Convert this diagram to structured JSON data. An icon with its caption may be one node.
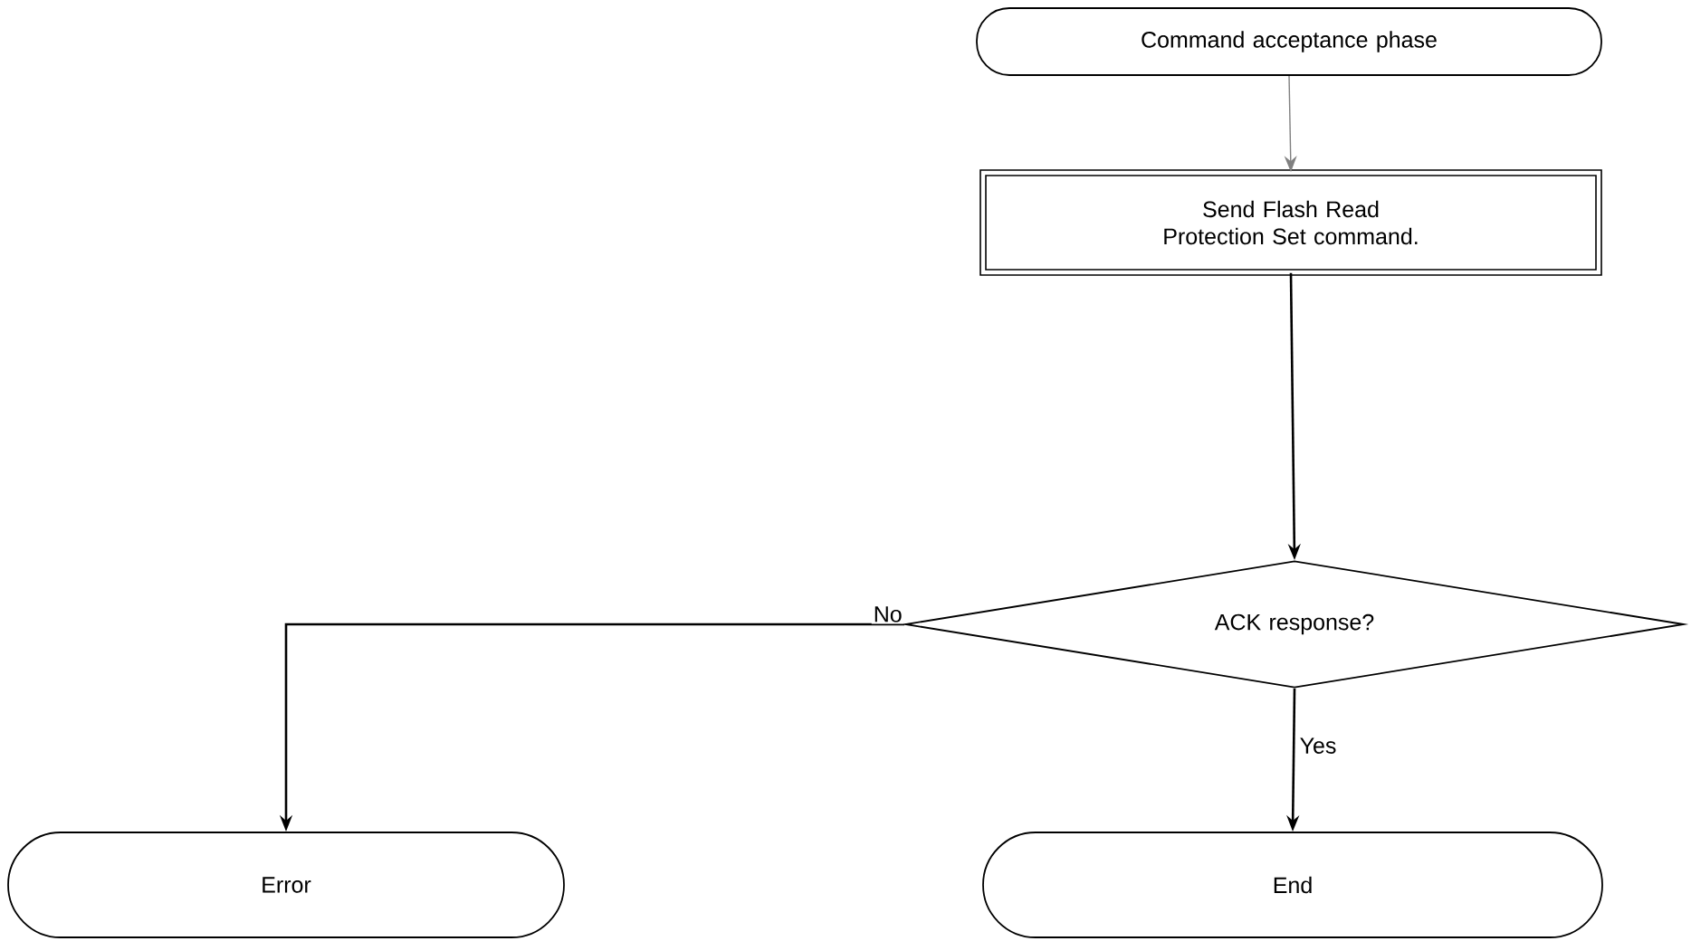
{
  "diagram": {
    "nodes": [
      {
        "text": [
          "Command acceptance phase"
        ]
      },
      {
        "text": [
          "Send Flash Read Protection Set command."
        ]
      },
      {
        "text": [
          "ACK response?"
        ]
      },
      {
        "text": [
          "Error"
        ]
      },
      {
        "text": [
          "End"
        ]
      }
    ],
    "edges": [
      {
        "from": 0,
        "to": 1,
        "arrow": "to",
        "color": "#808080"
      },
      {
        "from": 1,
        "to": 2,
        "arrow": "to"
      },
      {
        "from": 2,
        "to": 3,
        "arrow": "to",
        "label": "No"
      },
      {
        "from": 2,
        "to": 4,
        "arrow": "to",
        "label": "Yes"
      }
    ]
  }
}
